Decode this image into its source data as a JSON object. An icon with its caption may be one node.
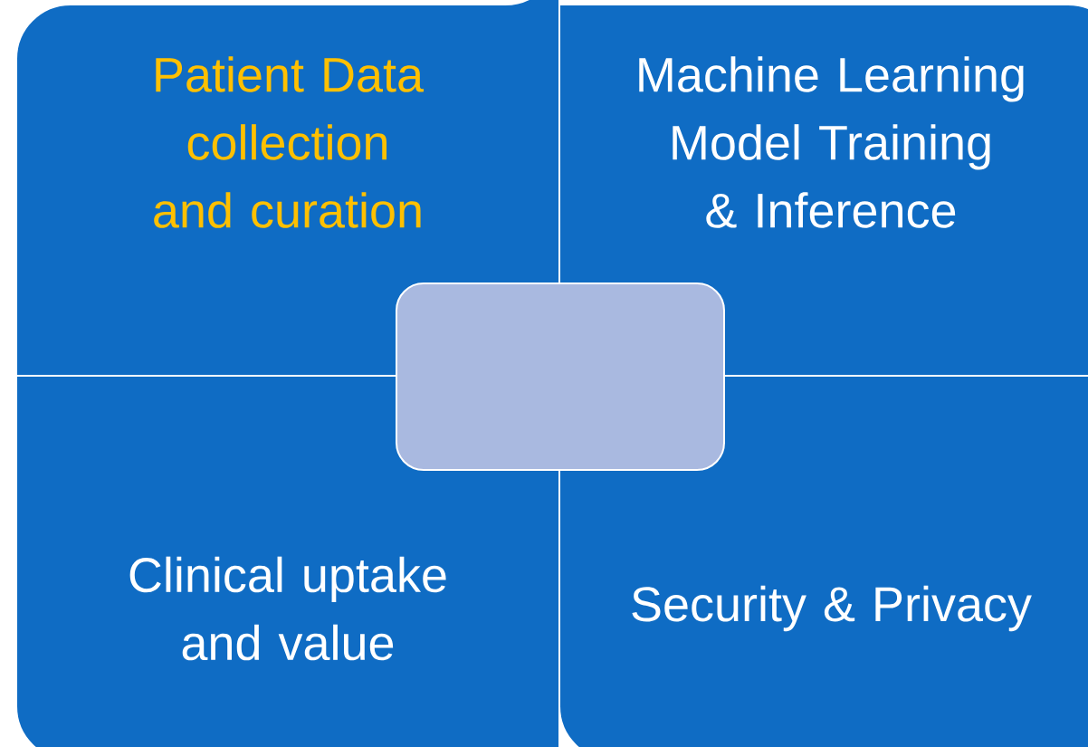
{
  "diagram": {
    "nodes": [
      {
        "text": [
          "Patient Data collection and curation"
        ]
      },
      {
        "text": [
          "Machine Learning Model Training & Inference"
        ]
      },
      {
        "text": [
          "Clinical uptake and value"
        ]
      },
      {
        "text": [
          "Security & Privacy"
        ]
      },
      {
        "text": [],
        "shape": "box"
      }
    ]
  }
}
